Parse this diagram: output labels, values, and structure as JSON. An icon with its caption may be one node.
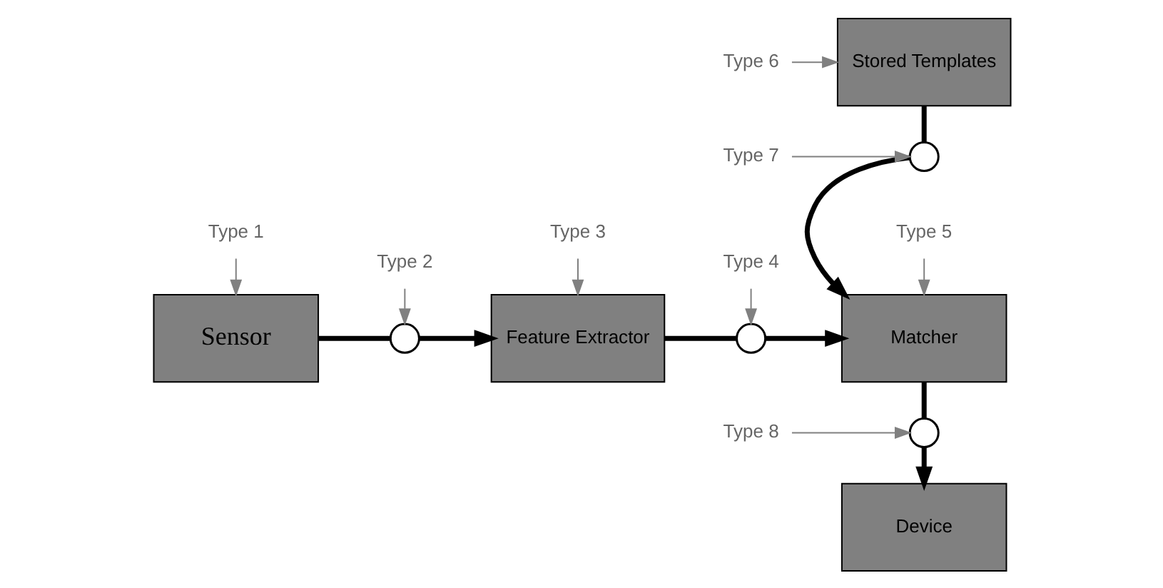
{
  "diagram": {
    "nodes": [
      {
        "text": [
          "Type 6"
        ]
      },
      {
        "text": [
          "Stored Templates"
        ]
      },
      {
        "text": [
          "Type 2"
        ]
      },
      {
        "text": [
          "Type 4"
        ]
      },
      {
        "text": [],
        "shape": "circle"
      },
      {
        "text": [
          "Type 7"
        ]
      },
      {
        "text": [
          "Sensor"
        ]
      },
      {
        "text": [],
        "shape": "circle"
      },
      {
        "text": [
          "Feature Extractor"
        ]
      },
      {
        "text": [],
        "shape": "circle"
      },
      {
        "text": [
          "Matcher"
        ]
      },
      {
        "text": [
          "Type 5"
        ]
      },
      {
        "text": [],
        "shape": "circle"
      },
      {
        "text": [
          "Type 8"
        ]
      },
      {
        "text": [
          "Type 1"
        ]
      },
      {
        "text": [
          "Type 3"
        ]
      },
      {
        "text": [
          "Device"
        ]
      }
    ],
    "edges": [
      {
        "from": 6,
        "to": 7,
        "arrow": "none",
        "style": "thick"
      },
      {
        "from": 7,
        "to": 8,
        "arrow": "to",
        "style": "thick"
      },
      {
        "from": 8,
        "to": 9,
        "arrow": "none",
        "style": "thick"
      },
      {
        "from": 9,
        "to": 10,
        "arrow": "to",
        "style": "thick"
      },
      {
        "from": 1,
        "to": 4,
        "arrow": "none",
        "style": "thick"
      },
      {
        "from": 4,
        "to": 10,
        "arrow": "to",
        "style": "thick"
      },
      {
        "from": 10,
        "to": 12,
        "arrow": "none",
        "style": "thick"
      },
      {
        "from": 12,
        "to": 16,
        "arrow": "to",
        "style": "thick"
      },
      {
        "from": 14,
        "to": 6,
        "arrow": "to",
        "color": "#808080"
      },
      {
        "from": 2,
        "to": 7,
        "arrow": "to",
        "color": "#808080"
      },
      {
        "from": 15,
        "to": 8,
        "arrow": "to",
        "color": "#808080"
      },
      {
        "from": 3,
        "to": 9,
        "arrow": "to",
        "color": "#808080"
      },
      {
        "from": 11,
        "to": 10,
        "arrow": "to",
        "color": "#808080"
      },
      {
        "from": 0,
        "to": 1,
        "arrow": "to",
        "color": "#808080"
      },
      {
        "from": 5,
        "to": 4,
        "arrow": "to",
        "color": "#808080"
      },
      {
        "from": 13,
        "to": 12,
        "arrow": "to",
        "color": "#808080"
      }
    ]
  }
}
